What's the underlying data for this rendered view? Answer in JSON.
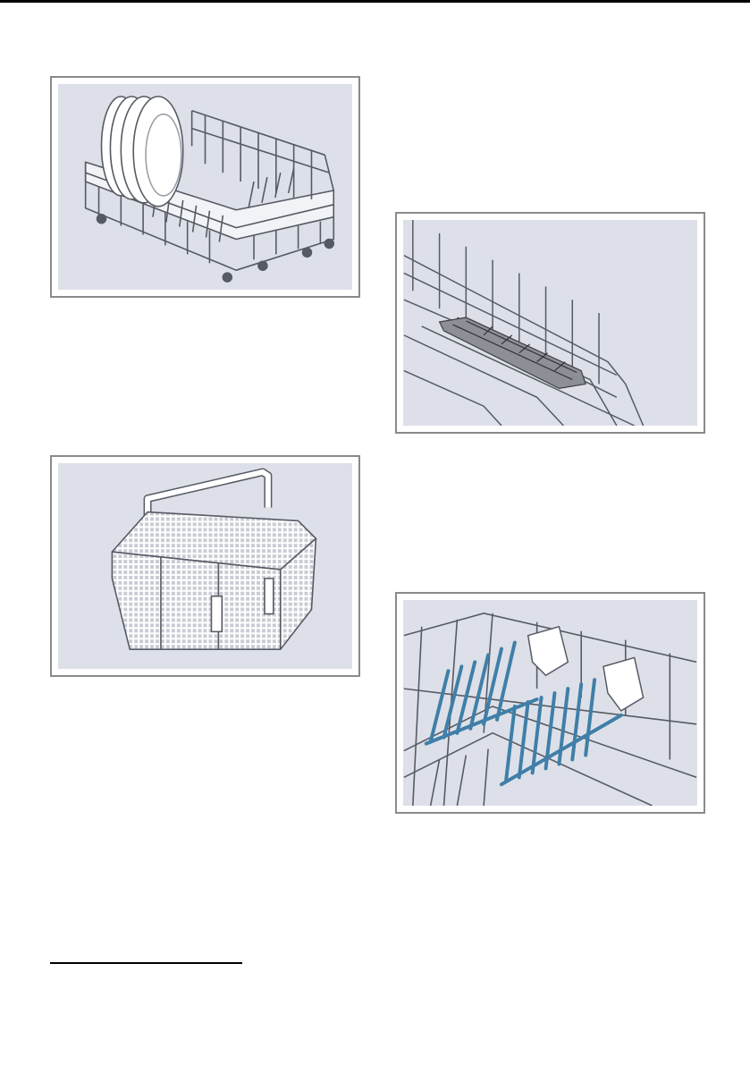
{
  "page": {
    "figures": [
      {
        "id": "lower-basket",
        "icon": "dish-rack-with-plates-illustration"
      },
      {
        "id": "cutlery-basket",
        "icon": "cutlery-basket-illustration"
      },
      {
        "id": "folding-shelf",
        "icon": "basket-shelf-insert-illustration"
      },
      {
        "id": "plate-tines",
        "icon": "folding-tines-illustration"
      }
    ]
  },
  "colors": {
    "figure_background": "#dde0e8",
    "figure_border": "#8a8a8a",
    "line_art": "#555a63",
    "tine_accent": "#3f7fa8"
  }
}
